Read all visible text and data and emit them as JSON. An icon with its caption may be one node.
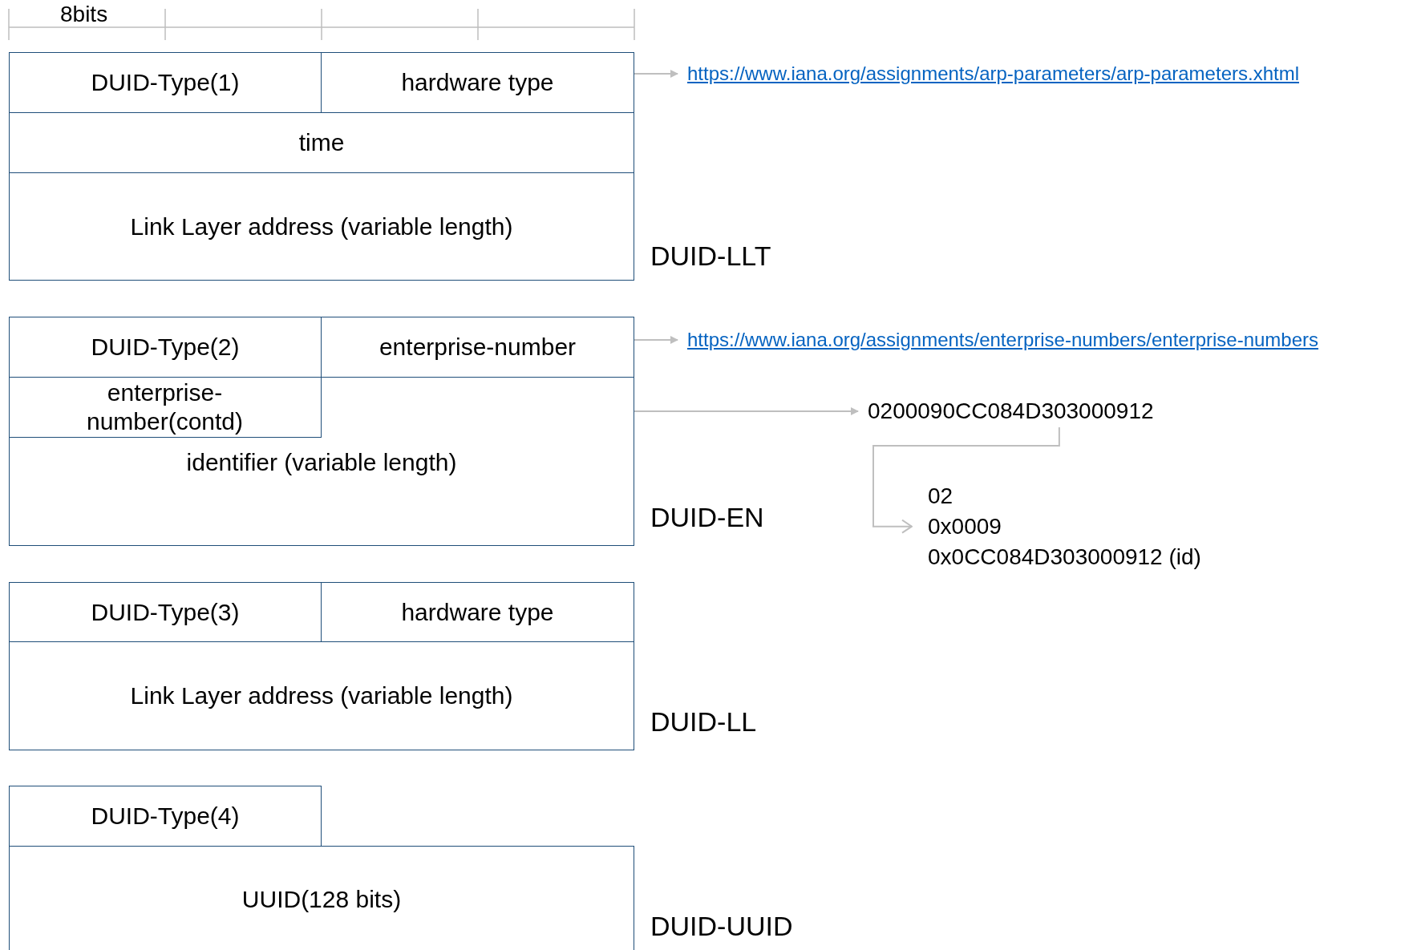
{
  "diagram": {
    "nodes": [
      {
        "text": [
          "DUID-Type(1)"
        ]
      },
      {
        "text": [
          "hardware type"
        ]
      },
      {
        "text": [
          "time"
        ]
      },
      {
        "text": [
          "Link Layer address (variable length)"
        ]
      },
      {
        "text": [
          "DUID-Type(2)"
        ]
      },
      {
        "text": [
          "enterprise-number"
        ]
      },
      {
        "text": [
          "enterprise-number(contd)"
        ],
        "in": 7
      },
      {
        "text": [
          "identifier (variable length)"
        ]
      },
      {
        "text": [
          "DUID-Type(3)"
        ]
      },
      {
        "text": [
          "hardware type"
        ]
      },
      {
        "text": [
          "Link Layer address (variable length)"
        ]
      },
      {
        "text": [
          "DUID-Type(4)"
        ]
      },
      {
        "text": [
          "UUID(128 bits)"
        ]
      },
      {
        "text": [
          "https://www.iana.org/assignments/arp-parameters/arp-parameters.xhtml"
        ]
      },
      {
        "text": [
          "https://www.iana.org/assignments/enterprise-numbers/enterprise-numbers"
        ]
      },
      {
        "text": [
          "0200090CC084D303000912"
        ]
      },
      {
        "text": [
          "02",
          "0x0009",
          "0x0CC084D303000912 (id)"
        ]
      }
    ],
    "edges": [
      {
        "from": 1,
        "to": 13,
        "arrow": "to"
      },
      {
        "from": 5,
        "to": 14,
        "arrow": "to"
      },
      {
        "from": 7,
        "to": 15,
        "arrow": "to"
      },
      {
        "from": 15,
        "to": 16,
        "arrow": "to"
      }
    ],
    "labels": [
      "8bits",
      "DUID-LLT",
      "DUID-EN",
      "DUID-LL",
      "DUID-UUID"
    ]
  }
}
